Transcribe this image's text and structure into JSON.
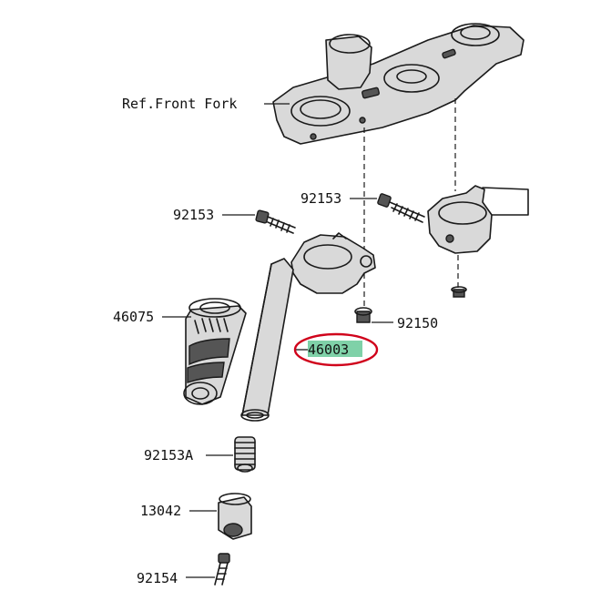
{
  "diagram": {
    "labels": {
      "ref_front_fork": "Ref.Front Fork",
      "bolt_upper_right": "92153",
      "bolt_upper_left": "92153",
      "grip": "46075",
      "bolt_clamp": "92150",
      "handlebar": "46003",
      "bolt_a": "92153A",
      "end_weight": "13042",
      "screw": "92154"
    },
    "colors": {
      "highlight_fill": "#7fd1a8",
      "highlight_ring": "#d0021b",
      "line": "#1a1a1a",
      "part_gray": "#d9d9d9"
    }
  }
}
